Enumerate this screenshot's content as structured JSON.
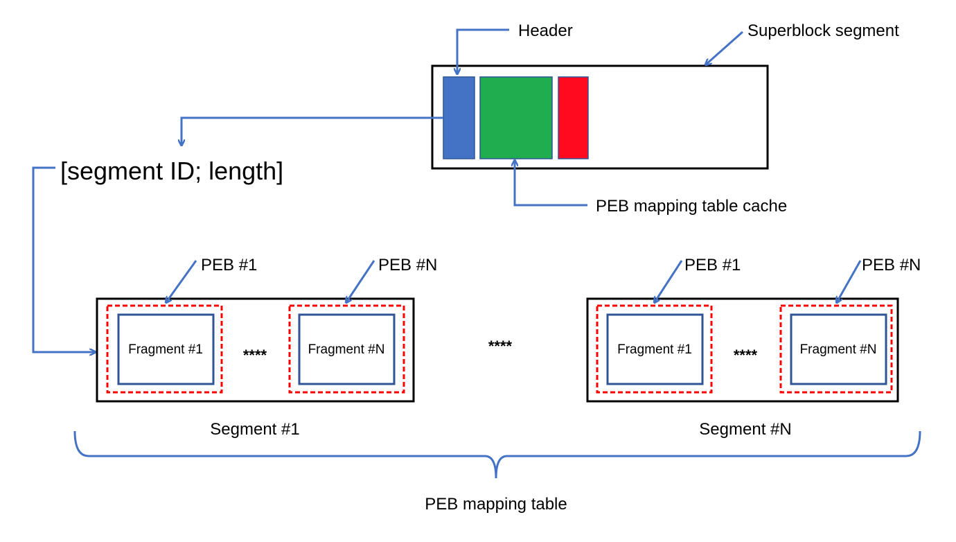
{
  "superblock": {
    "label": "Superblock segment",
    "header_label": "Header",
    "cache_label": "PEB mapping table cache",
    "header_color": "#4472c4",
    "cache_color": "#1fad4f",
    "extra_color": "#ff0a1e"
  },
  "pointer_label": "[segment ID; length]",
  "segments": [
    {
      "label": "Segment #1",
      "peb_first": "PEB #1",
      "peb_last": "PEB #N",
      "frag_first": "Fragment #1",
      "frag_last": "Fragment #N",
      "ellipsis": "****"
    },
    {
      "label": "Segment #N",
      "peb_first": "PEB #1",
      "peb_last": "PEB #N",
      "frag_first": "Fragment #1",
      "frag_last": "Fragment #N",
      "ellipsis": "****"
    }
  ],
  "between_segments": "****",
  "table_label": "PEB mapping table",
  "colors": {
    "arrow": "#4472c4",
    "peb_border": "#ff0000",
    "fragment_border": "#2f5597"
  }
}
